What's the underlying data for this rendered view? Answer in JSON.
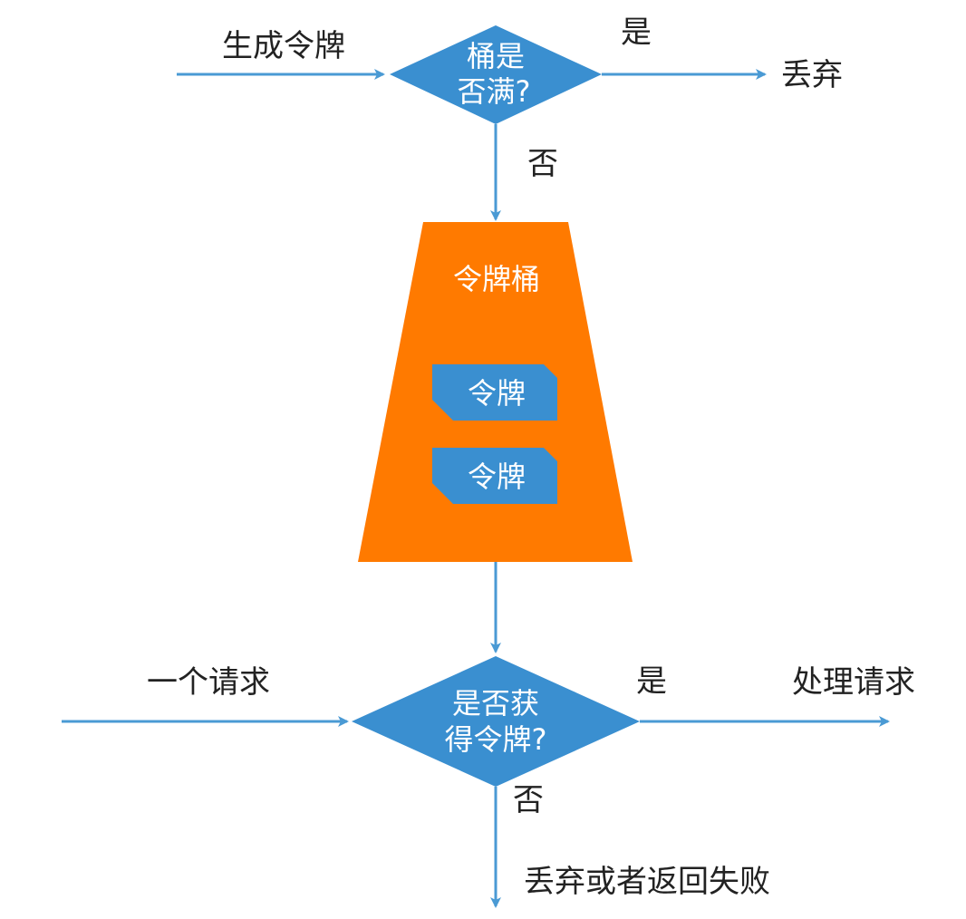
{
  "colors": {
    "arrow": "#4a9ad4",
    "diamond": "#3a8fd0",
    "bucket": "#ff7a00",
    "token": "#3a8fd0",
    "text_dark": "#222222",
    "text_light": "#ffffff"
  },
  "top_section": {
    "input_label": "生成令牌",
    "decision_line1": "桶是",
    "decision_line2": "否满?",
    "yes_label": "是",
    "yes_result": "丢弃",
    "no_label": "否"
  },
  "bucket": {
    "title": "令牌桶",
    "tokens": [
      "令牌",
      "令牌"
    ]
  },
  "bottom_section": {
    "input_label": "一个请求",
    "decision_line1": "是否获",
    "decision_line2": "得令牌?",
    "yes_label": "是",
    "yes_result": "处理请求",
    "no_label": "否",
    "no_result": "丢弃或者返回失败"
  }
}
